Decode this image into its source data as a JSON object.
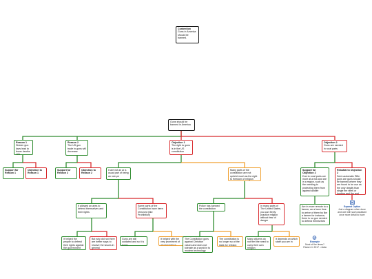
{
  "top_box": {
    "title": "Contention",
    "body": "Guns in America should be banned."
  },
  "root": {
    "body": "Guns should be banned in America"
  },
  "reason1": {
    "title": "Reason 1",
    "body": "Stricter gun laws lead to fewer deaths rate"
  },
  "reason2": {
    "title": "Reason 2",
    "body": "The US gun trade in guns will decrease"
  },
  "objection1": {
    "title": "Objection 1",
    "body": "The right to guns is in the US constitution"
  },
  "objection2": {
    "title": "Objection 2",
    "body": "Guns are needed in rural parts"
  },
  "support_r1": {
    "title": "Support for Reason 1",
    "body": ""
  },
  "obj_r1": {
    "title": "Objection to Reason 1",
    "body": ""
  },
  "support_r2": {
    "title": "Support for Reason 2",
    "body": ""
  },
  "obj_r2": {
    "title": "Objection to Reason 2",
    "body": ""
  },
  "guns_culture": {
    "body": "It are not an ar a usual part of being an rule-pe"
  },
  "many_parts": {
    "body": "Many parts of the constitution are not upheld much as the right to freedom of religion"
  },
  "support_o2": {
    "title": "Support for Objection 2",
    "body": "Due to rural parts are more at a risk and are in a region, such as the needing to protecting them from against wildlife"
  },
  "rebuttal_o2": {
    "title": "Rebuttal to Objection 2",
    "body": "Semi-automatic Rifle guns are guns should be banned where they are found to be use as the only deadly than single fire rifles or hunting and the rest which are work as tools"
  },
  "allowed": {
    "body": "It allowed an area to defend themselves and their rights"
  },
  "some_parts": {
    "body": "Some parts of the Constitution have been removed (like Prohibition)"
  },
  "police": {
    "body": "Police has banned the constitution"
  },
  "many_parts_us": {
    "body": "In many parts of The United States, you can freely practice religion without fear of danger"
  },
  "rural_leaf": {
    "body": "Are in more remote to a farmer, an a have time to arrive of them by like a farmer for instance, there is no gun needed to defend themselves"
  },
  "helped_defend": {
    "body": "It helped the people to defend their rights against the government"
  },
  "not_other": {
    "body": "But why did not there are better ways to resolve the issues in general"
  },
  "gun_still": {
    "body": "Guns are still outdated and so it is today"
  },
  "helped_rights": {
    "body": "It helped with the very prominent of alcohol before"
  },
  "constitution_goes": {
    "body": "The Constitution goes against Christian values and does not tolerate as a world in to modern technology"
  },
  "constitution_upheld": {
    "body": "The constitution is no longer so at the stats for religion"
  },
  "many_occurs": {
    "body": "Many citizens do not feel the need to carry their own religion"
  },
  "depends": {
    "body": "It depends on which state you are in"
  },
  "example": {
    "title": "Example",
    "body": "Most of the times? Passer 4: 2017 ->data"
  },
  "expand": {
    "title": "Expand Option",
    "body": "Just a diagram when done and one with such assistant once more detail to have"
  },
  "colors": {
    "black": "#111111",
    "green": "#2e8b2e",
    "red": "#d8282b",
    "orange": "#f0a030",
    "blue": "#2255aa"
  }
}
